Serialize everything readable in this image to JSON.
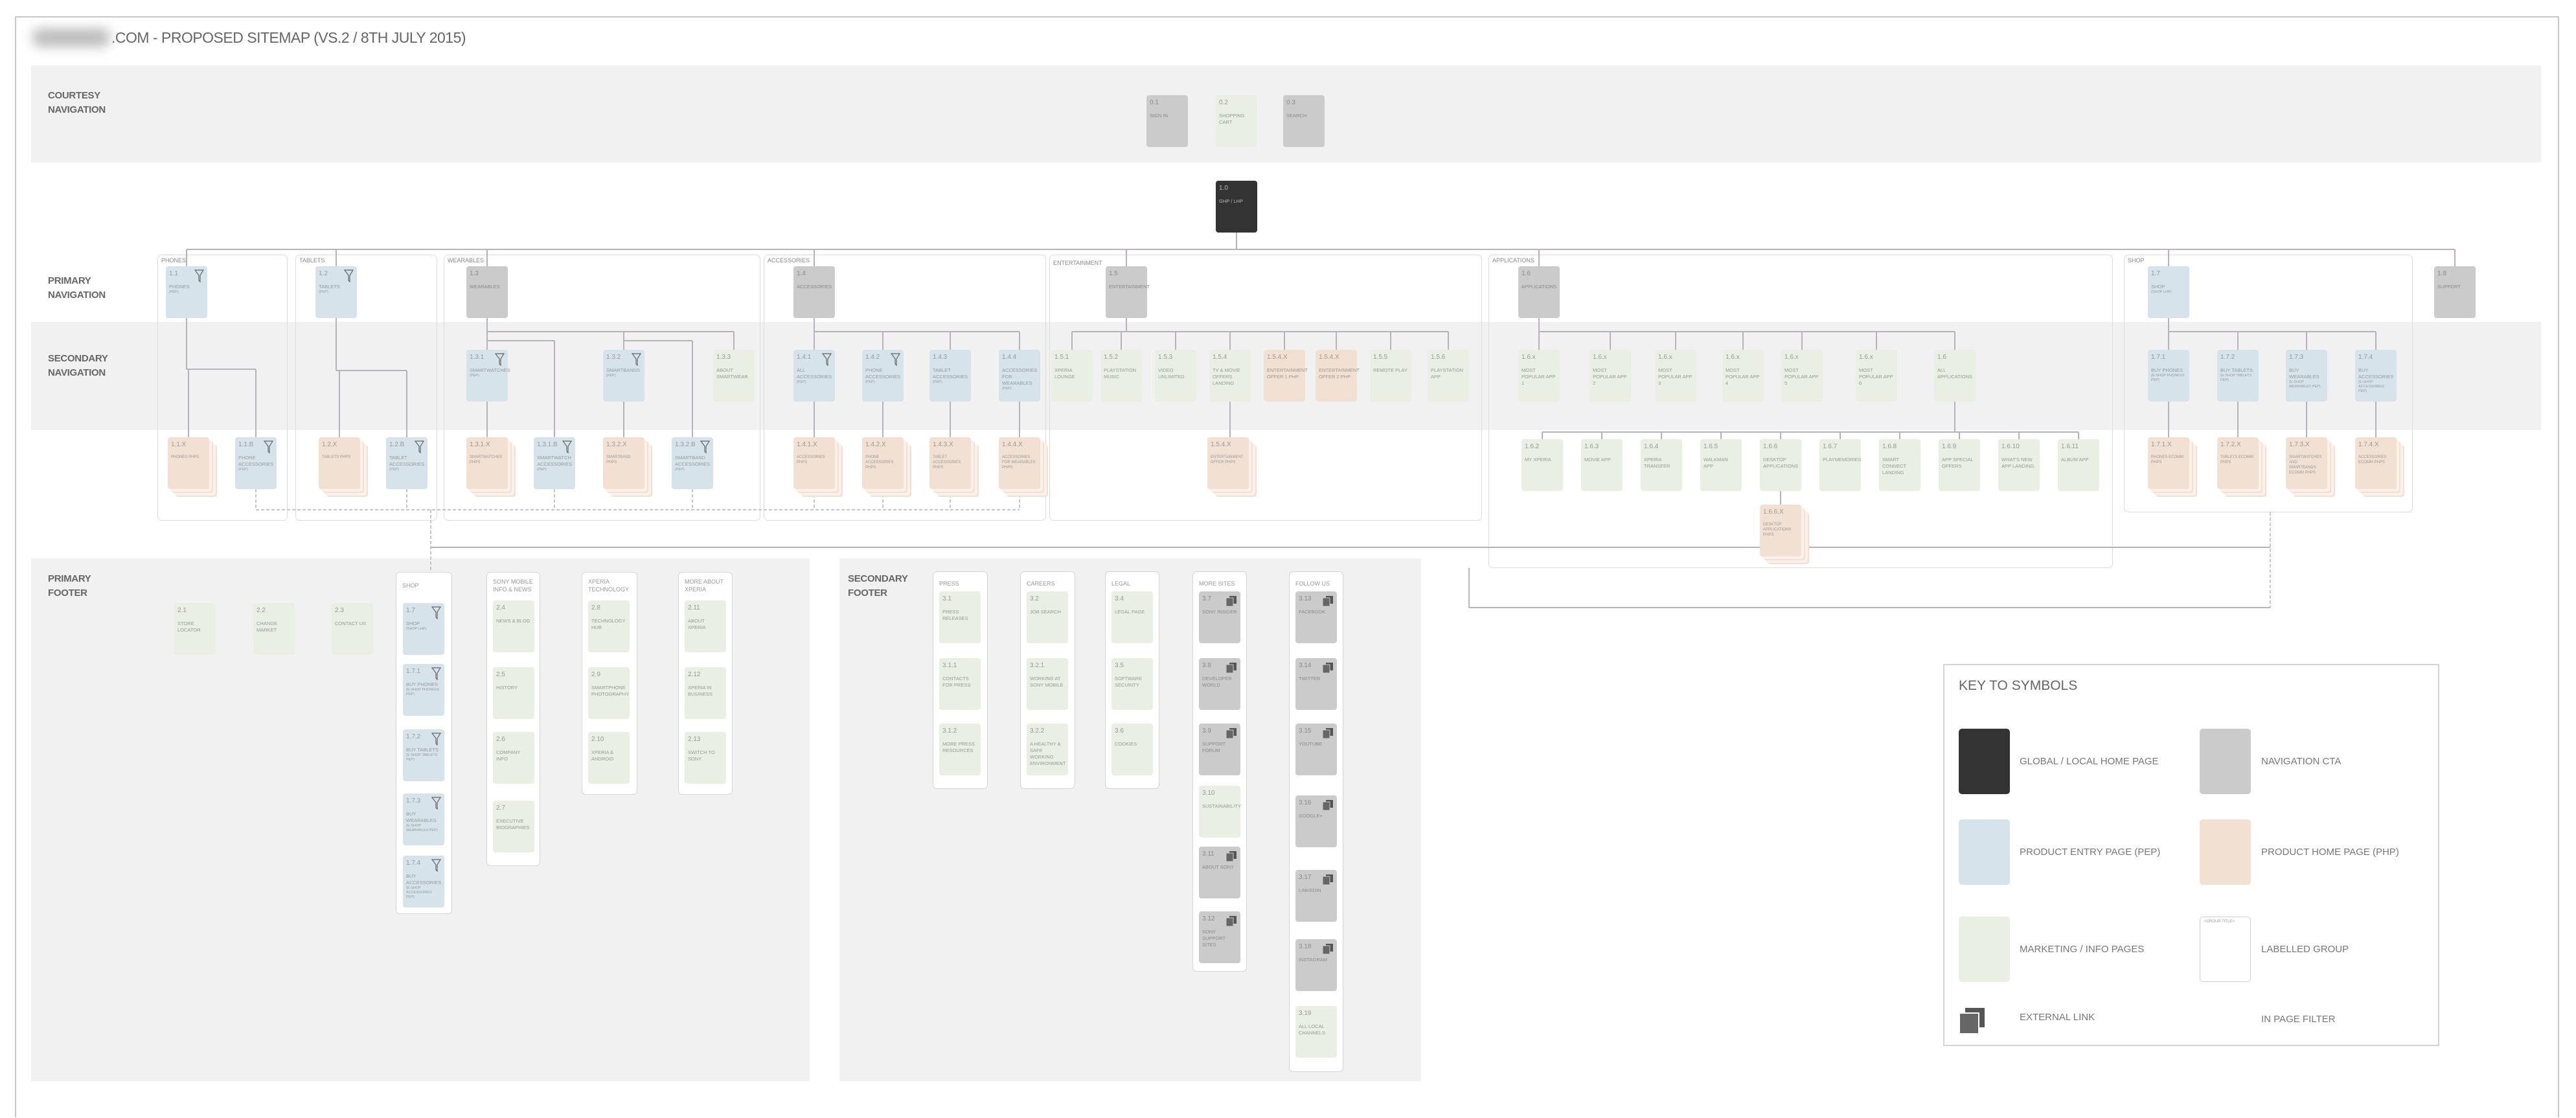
{
  "title": ".COM - PROPOSED SITEMAP (VS.2 / 8TH JULY 2015)",
  "rows": {
    "courtesy": "COURTESY NAVIGATION",
    "primary": "PRIMARY NAVIGATION",
    "secondary": "SECONDARY NAVIGATION",
    "primary_footer": "PRIMARY FOOTER",
    "secondary_footer": "SECONDARY FOOTER"
  },
  "groups": {
    "phones": "PHONES",
    "tablets": "TABLETS",
    "wearables": "WEARABLES",
    "accessories": "ACCESSORIES",
    "entertainment": "ENTERTAINMENT",
    "applications": "APPLICATIONS",
    "shop": "SHOP",
    "f_shop": "SHOP",
    "f_sony": "SONY MOBILE INFO & NEWS",
    "f_xtech": "XPERIA TECHNOLOGY",
    "f_more": "MORE ABOUT XPERIA",
    "press": "PRESS",
    "careers": "CAREERS",
    "legal": "LEGAL",
    "more_sites": "MORE SITES",
    "follow": "FOLLOW US"
  },
  "colors": {
    "home": "#333333",
    "nav": "#cbcbcb",
    "pep": "#d6e3ea",
    "php": "#f2e0d3",
    "mkt": "#e9efe3",
    "connector": "#b8b0bd"
  },
  "nodes": {
    "c0_1": {
      "num": "0.1",
      "label": "SIGN IN",
      "type": "nav"
    },
    "c0_2": {
      "num": "0.2",
      "label": "SHOPPING CART",
      "type": "mkt"
    },
    "c0_3": {
      "num": "0.3",
      "label": "SEARCH",
      "type": "nav"
    },
    "h1_0": {
      "num": "1.0",
      "label": "GHP / LHP",
      "type": "home"
    },
    "n1_1": {
      "num": "1.1",
      "label": "PHONES",
      "sub": "(PEP)",
      "type": "pep",
      "filter": true
    },
    "n1_1X": {
      "num": "1.1.X",
      "label": "PHONES PHPS",
      "type": "php",
      "stack": true
    },
    "n1_1B": {
      "num": "1.1.B",
      "label": "PHONE ACCESSORIES",
      "sub": "(PEP)",
      "type": "pep",
      "filter": true
    },
    "n1_2": {
      "num": "1.2",
      "label": "TABLETS",
      "sub": "(PEP)",
      "type": "pep",
      "filter": true
    },
    "n1_2X": {
      "num": "1.2.X",
      "label": "TABLETS PHPS",
      "type": "php",
      "stack": true
    },
    "n1_2B": {
      "num": "1.2.B",
      "label": "TABLET ACCESSORIES",
      "sub": "(PEP)",
      "type": "pep",
      "filter": true
    },
    "n1_3": {
      "num": "1.3",
      "label": "WEARABLES",
      "type": "nav"
    },
    "n1_3_1": {
      "num": "1.3.1",
      "label": "SMARTWATCHES",
      "sub": "(PEP)",
      "type": "pep",
      "filter": true
    },
    "n1_3_2": {
      "num": "1.3.2",
      "label": "SMARTBANDS",
      "sub": "(PEP)",
      "type": "pep",
      "filter": true
    },
    "n1_3_3": {
      "num": "1.3.3",
      "label": "ABOUT SMARTWEAR",
      "type": "mkt"
    },
    "n1_3_1X": {
      "num": "1.3.1.X",
      "label": "SMARTWATCHES PHPS",
      "type": "php",
      "stack": true
    },
    "n1_3_1B": {
      "num": "1.3.1.B",
      "label": "SMARTWATCH ACCESSORIES",
      "sub": "(PEP)",
      "type": "pep",
      "filter": true
    },
    "n1_3_2X": {
      "num": "1.3.2.X",
      "label": "SMARTBAND PHPS",
      "type": "php",
      "stack": true
    },
    "n1_3_2B": {
      "num": "1.3.2.B",
      "label": "SMARTBAND ACCESSORIES",
      "sub": "(PEP)",
      "type": "pep",
      "filter": true
    },
    "n1_4": {
      "num": "1.4",
      "label": "ACCESSORIES",
      "type": "nav"
    },
    "n1_4_1": {
      "num": "1.4.1",
      "label": "ALL ACCESSORIES",
      "sub": "(PEP)",
      "type": "pep",
      "filter": true
    },
    "n1_4_2": {
      "num": "1.4.2",
      "label": "PHONE ACCESSORIES",
      "sub": "(PEP)",
      "type": "pep",
      "filter": true
    },
    "n1_4_3": {
      "num": "1.4.3",
      "label": "TABLET ACCESSORIES",
      "sub": "(PEP)",
      "type": "pep"
    },
    "n1_4_4": {
      "num": "1.4.4",
      "label": "ACCESSORIES FOR WEARABLES",
      "sub": "(PEP)",
      "type": "pep"
    },
    "n1_4_1X": {
      "num": "1.4.1.X",
      "label": "ACCESSORIES PHPS",
      "type": "php",
      "stack": true
    },
    "n1_4_2X": {
      "num": "1.4.2.X",
      "label": "PHONE ACCESSORIES PHPS",
      "type": "php",
      "stack": true
    },
    "n1_4_3X": {
      "num": "1.4.3.X",
      "label": "TABLET ACCESSORIES PHPS",
      "type": "php",
      "stack": true
    },
    "n1_4_4X": {
      "num": "1.4.4.X",
      "label": "ACCESSORIES FOR WEARABLES PHPS",
      "type": "php",
      "stack": true
    },
    "n1_5": {
      "num": "1.5",
      "label": "ENTERTAINMENT",
      "type": "nav"
    },
    "n1_5_1": {
      "num": "1.5.1",
      "label": "XPERIA LOUNGE",
      "type": "mkt"
    },
    "n1_5_2": {
      "num": "1.5.2",
      "label": "PLAYSTATION MUSIC",
      "type": "mkt"
    },
    "n1_5_3": {
      "num": "1.5.3",
      "label": "VIDEO UNLIMITED",
      "type": "mkt"
    },
    "n1_5_4": {
      "num": "1.5.4",
      "label": "TV & MOVIE OFFERS LANDING",
      "type": "mkt"
    },
    "n1_5_4a": {
      "num": "1.5.4.X",
      "label": "ENTERTAINMENT OFFER 1 PHP",
      "type": "php"
    },
    "n1_5_4b": {
      "num": "1.5.4.X",
      "label": "ENTERTAINMENT OFFER 2 PHP",
      "type": "php"
    },
    "n1_5_5": {
      "num": "1.5.5",
      "label": "REMOTE PLAY",
      "type": "mkt"
    },
    "n1_5_6": {
      "num": "1.5.6",
      "label": "PLAYSTATION APP",
      "type": "mkt"
    },
    "n1_5_4X": {
      "num": "1.5.4.X",
      "label": "ENTERTAINMENT OFFER PHPS",
      "type": "php",
      "stack": true
    },
    "n1_6": {
      "num": "1.6",
      "label": "APPLICATIONS",
      "type": "nav"
    },
    "n1_6p1": {
      "num": "1.6.x",
      "label": "MOST POPULAR APP 1",
      "type": "mkt"
    },
    "n1_6p2": {
      "num": "1.6.x",
      "label": "MOST POPULAR APP 2",
      "type": "mkt"
    },
    "n1_6p3": {
      "num": "1.6.x",
      "label": "MOST POPULAR APP 3",
      "type": "mkt"
    },
    "n1_6p4": {
      "num": "1.6.x",
      "label": "MOST POPULAR APP 4",
      "type": "mkt"
    },
    "n1_6p5": {
      "num": "1.6.x",
      "label": "MOST POPULAR APP 5",
      "type": "mkt"
    },
    "n1_6p6": {
      "num": "1.6.x",
      "label": "MOST POPULAR APP 6",
      "type": "mkt"
    },
    "n1_6all": {
      "num": "1.6",
      "label": "ALL APPLICATIONS",
      "type": "mkt"
    },
    "n1_6_2": {
      "num": "1.6.2",
      "label": "MY XPERIA",
      "type": "mkt"
    },
    "n1_6_3": {
      "num": "1.6.3",
      "label": "MOVIE APP",
      "type": "mkt"
    },
    "n1_6_4": {
      "num": "1.6.4",
      "label": "XPERIA TRANSFER",
      "type": "mkt"
    },
    "n1_6_5": {
      "num": "1.6.5",
      "label": "WALKMAN APP",
      "type": "mkt"
    },
    "n1_6_6": {
      "num": "1.6.6",
      "label": "DESKTOP APPLICATIONS",
      "type": "mkt"
    },
    "n1_6_7": {
      "num": "1.6.7",
      "label": "PLAYMEMORIES",
      "type": "mkt"
    },
    "n1_6_8": {
      "num": "1.6.8",
      "label": "SMART CONNECT LANDING",
      "type": "mkt"
    },
    "n1_6_9": {
      "num": "1.6.9",
      "label": "APP SPECIAL OFFERS",
      "type": "mkt"
    },
    "n1_6_10": {
      "num": "1.6.10",
      "label": "WHAT'S NEW APP LANDING",
      "type": "mkt"
    },
    "n1_6_11": {
      "num": "1.6.11",
      "label": "ALBUM APP",
      "type": "mkt"
    },
    "n1_6_6X": {
      "num": "1.6.6.X",
      "label": "DESKTOP APPLICATIONS PHPS",
      "type": "php",
      "stack": true
    },
    "n1_7": {
      "num": "1.7",
      "label": "SHOP",
      "sub": "(SHOP LHP)",
      "type": "pep"
    },
    "n1_7_1": {
      "num": "1.7.1",
      "label": "BUY PHONES",
      "sub": "(E-SHOP PHONESS PEP)",
      "type": "pep"
    },
    "n1_7_2": {
      "num": "1.7.2",
      "label": "BUY TABLETS",
      "sub": "(E-SHOP TABLETS PEP)",
      "type": "pep"
    },
    "n1_7_3": {
      "num": "1.7.3",
      "label": "BUY WEARABLES",
      "sub": "(E-SHOP WEARABLES PEP)",
      "type": "pep"
    },
    "n1_7_4": {
      "num": "1.7.4",
      "label": "BUY ACCESSORIES",
      "sub": "(E-SHOP ACCESSORIES PEP)",
      "type": "pep"
    },
    "n1_7_1X": {
      "num": "1.7.1.X",
      "label": "PHONES ECOMM PHPS",
      "type": "php",
      "stack": true
    },
    "n1_7_2X": {
      "num": "1.7.2.X",
      "label": "TABLETS ECOMM PHPS",
      "type": "php",
      "stack": true
    },
    "n1_7_3X": {
      "num": "1.7.3.X",
      "label": "SMARTWATCHES AND SMARTBANDS ECOMM PHPS",
      "type": "php",
      "stack": true
    },
    "n1_7_4X": {
      "num": "1.7.4.X",
      "label": "ACCESSORIES ECOMM PHPS",
      "type": "php",
      "stack": true
    },
    "n1_8": {
      "num": "1.8",
      "label": "SUPPORT",
      "type": "nav"
    },
    "f2_1": {
      "num": "2.1",
      "label": "STORE LOCATOR",
      "type": "mkt"
    },
    "f2_2": {
      "num": "2.2",
      "label": "CHANGE MARKET",
      "type": "mkt"
    },
    "f2_3": {
      "num": "2.3",
      "label": "CONTACT US",
      "type": "mkt"
    },
    "f1_7": {
      "num": "1.7",
      "label": "SHOP",
      "sub": "(SHOP LHP)",
      "type": "pep",
      "filter": true
    },
    "f1_7_1": {
      "num": "1.7.1",
      "label": "BUY PHONES",
      "sub": "(E-SHOP PHONESS PEP)",
      "type": "pep",
      "filter": true
    },
    "f1_7_2": {
      "num": "1.7.2",
      "label": "BUY TABLETS",
      "sub": "(E-SHOP TABLETS PEP)",
      "type": "pep",
      "filter": true
    },
    "f1_7_3": {
      "num": "1.7.3",
      "label": "BUY WEARABLES",
      "sub": "(E-SHOP WEARABLES PEP)",
      "type": "pep",
      "filter": true
    },
    "f1_7_4": {
      "num": "1.7.4",
      "label": "BUY ACCESSORIES",
      "sub": "(E-SHOP ACCESSORIES PEP)",
      "type": "pep",
      "filter": true
    },
    "f2_4": {
      "num": "2.4",
      "label": "NEWS & BLOG",
      "type": "mkt"
    },
    "f2_5": {
      "num": "2.5",
      "label": "HISTORY",
      "type": "mkt"
    },
    "f2_6": {
      "num": "2.6",
      "label": "COMPANY INFO",
      "type": "mkt"
    },
    "f2_7": {
      "num": "2.7",
      "label": "EXECUTIVE BIOGRAPHIES",
      "type": "mkt"
    },
    "f2_8": {
      "num": "2.8",
      "label": "TECHNOLOGY HUB",
      "type": "mkt"
    },
    "f2_9": {
      "num": "2.9",
      "label": "SMARTPHONE PHOTOGRAPHY",
      "type": "mkt"
    },
    "f2_10": {
      "num": "2.10",
      "label": "XPERIA & ANDROID",
      "type": "mkt"
    },
    "f2_11": {
      "num": "2.11",
      "label": "ABOUT XPERIA",
      "type": "mkt"
    },
    "f2_12": {
      "num": "2.12",
      "label": "XPERIA IN BUSINESS",
      "type": "mkt"
    },
    "f2_13": {
      "num": "2.13",
      "label": "SWITCH TO SONY",
      "type": "mkt"
    },
    "s3_1": {
      "num": "3.1",
      "label": "PRESS RELEASES",
      "type": "mkt"
    },
    "s3_1_1": {
      "num": "3.1.1",
      "label": "CONTACTS FOR PRESS",
      "type": "mkt"
    },
    "s3_1_2": {
      "num": "3.1.2",
      "label": "MORE PRESS RESOURCES",
      "type": "mkt"
    },
    "s3_2": {
      "num": "3.2",
      "label": "JOB SEARCH",
      "type": "mkt"
    },
    "s3_2_1": {
      "num": "3.2.1",
      "label": "WORKING AT SONY MOBILE",
      "type": "mkt"
    },
    "s3_2_2": {
      "num": "3.2.2",
      "label": "A HEALTHY & SAFE WORKING ENVIRONMENT",
      "type": "mkt"
    },
    "s3_4": {
      "num": "3.4",
      "label": "LEGAL PAGE",
      "type": "mkt"
    },
    "s3_5": {
      "num": "3.5",
      "label": "SOFTWARE SECURITY",
      "type": "mkt"
    },
    "s3_6": {
      "num": "3.6",
      "label": "COOKIES",
      "type": "mkt"
    },
    "s3_7": {
      "num": "3.7",
      "label": "SONY INSIDER",
      "type": "nav",
      "external": true
    },
    "s3_8": {
      "num": "3.8",
      "label": "DEVELOPER WORLD",
      "type": "nav",
      "external": true
    },
    "s3_9": {
      "num": "3.9",
      "label": "SUPPORT FORUM",
      "type": "nav",
      "external": true
    },
    "s3_10": {
      "num": "3.10",
      "label": "SUSTAINABILITY",
      "type": "mkt"
    },
    "s3_11": {
      "num": "3.11",
      "label": "ABOUT SONY",
      "type": "nav",
      "external": true
    },
    "s3_12": {
      "num": "3.12",
      "label": "SONY SUPPORT SITES",
      "type": "nav",
      "external": true
    },
    "s3_13": {
      "num": "3.13",
      "label": "FACEBOOK",
      "type": "nav",
      "external": true
    },
    "s3_14": {
      "num": "3.14",
      "label": "TWITTER",
      "type": "nav",
      "external": true
    },
    "s3_15": {
      "num": "3.15",
      "label": "YOUTUBE",
      "type": "nav",
      "external": true
    },
    "s3_16": {
      "num": "3.16",
      "label": "GOOGLE+",
      "type": "nav",
      "external": true
    },
    "s3_17": {
      "num": "3.17",
      "label": "LINKEDIN",
      "type": "nav",
      "external": true
    },
    "s3_18": {
      "num": "3.18",
      "label": "INSTAGRAM",
      "type": "nav",
      "external": true
    },
    "s3_19": {
      "num": "3.19",
      "label": "ALL LOCAL CHANNELS",
      "type": "mkt"
    }
  },
  "key": {
    "title": "KEY TO SYMBOLS",
    "home": "GLOBAL / LOCAL HOME PAGE",
    "nav": "NAVIGATION CTA",
    "pep": "PRODUCT ENTRY PAGE (PEP)",
    "php": "PRODUCT HOME PAGE (PHP)",
    "mkt": "MARKETING / INFO PAGES",
    "group": "LABELLED GROUP",
    "group_sample": "<GROUP TITLE>",
    "external": "EXTERNAL LINK",
    "filter": "IN PAGE FILTER"
  }
}
